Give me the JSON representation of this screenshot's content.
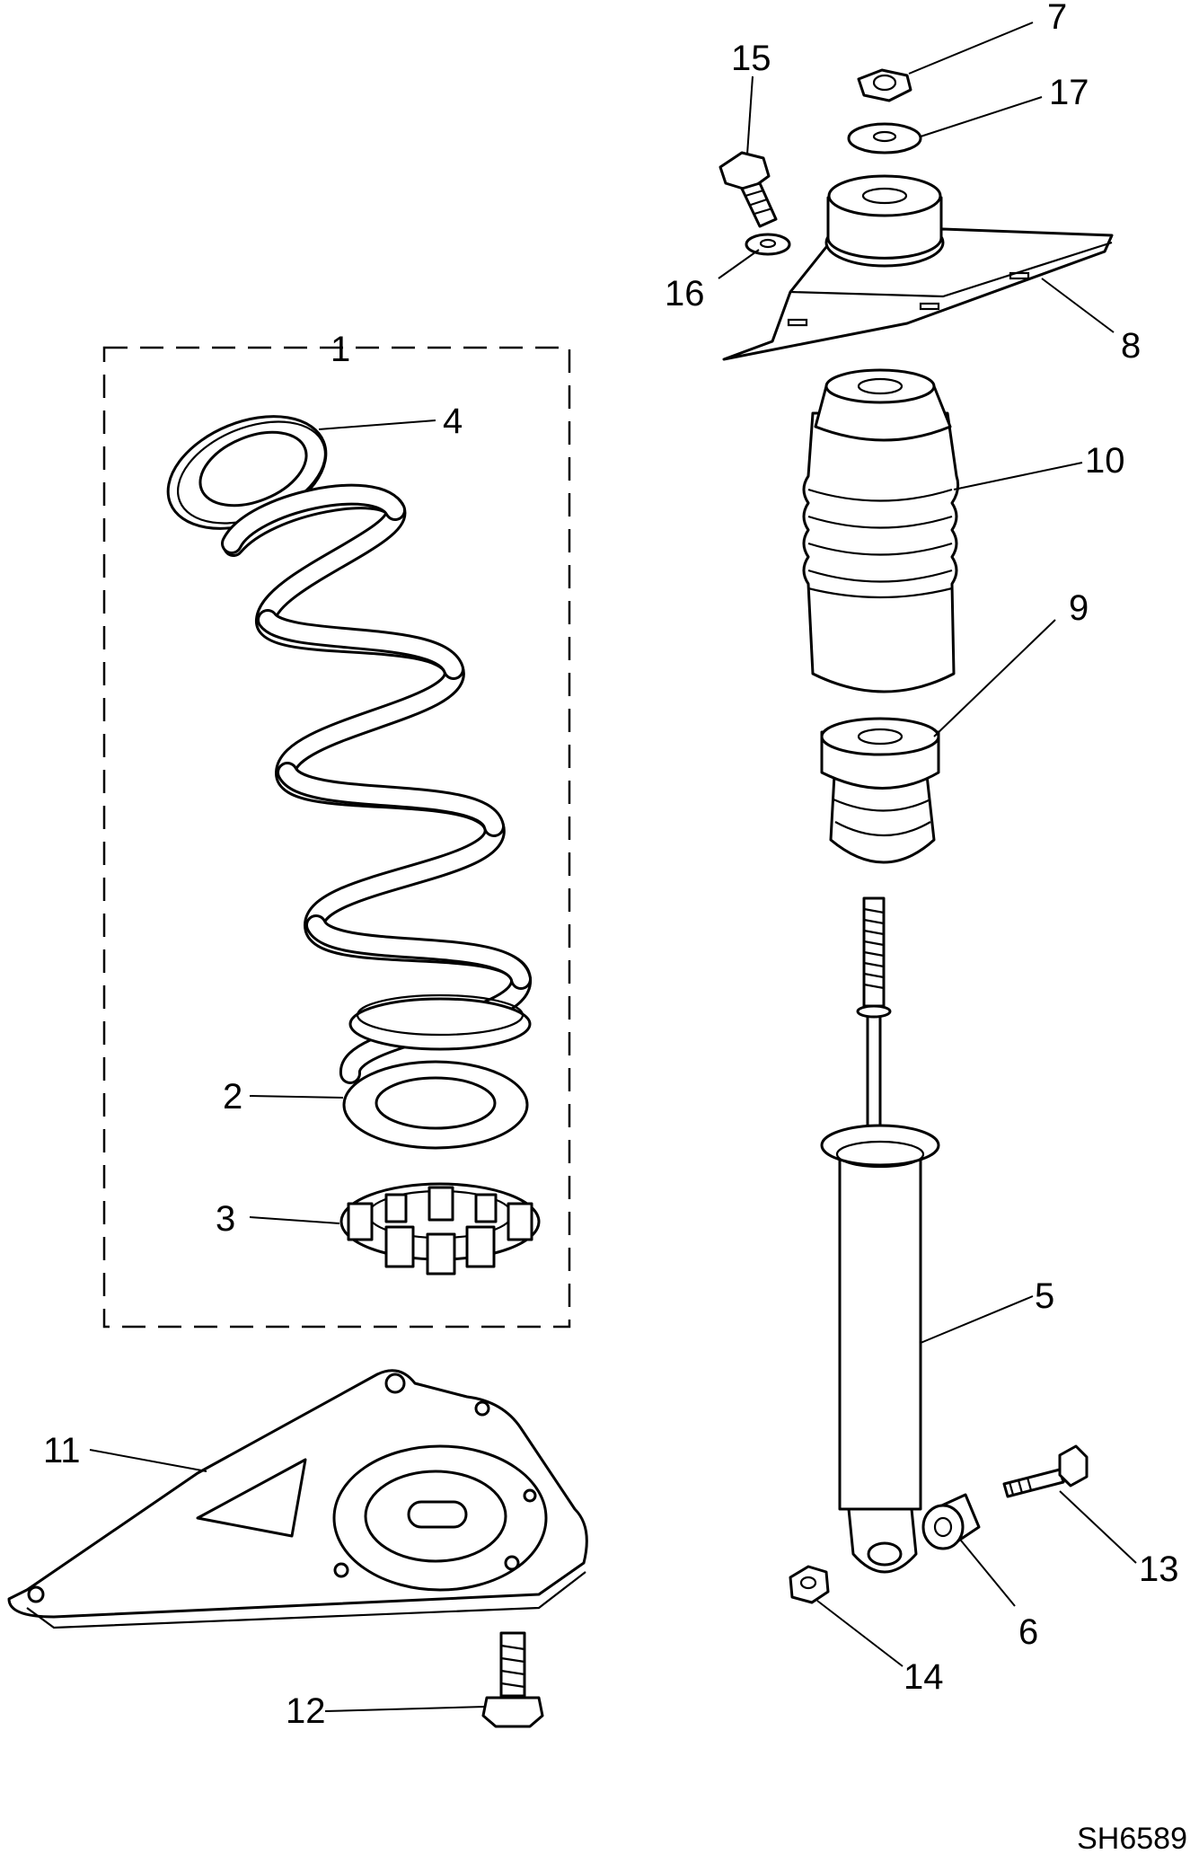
{
  "figure_ref": "SH6589",
  "callouts": [
    "1",
    "2",
    "3",
    "4",
    "5",
    "6",
    "7",
    "8",
    "9",
    "10",
    "11",
    "12",
    "13",
    "14",
    "15",
    "16",
    "17"
  ],
  "icons": [
    "coil-spring-assembly",
    "coil-spring",
    "spring-seat-lower",
    "spring-isolator-clip",
    "spring-seat-upper",
    "shock-absorber",
    "bushing",
    "nut",
    "washer",
    "upper-mount",
    "bump-stop",
    "dust-boot",
    "lower-mount-plate",
    "bolt"
  ]
}
